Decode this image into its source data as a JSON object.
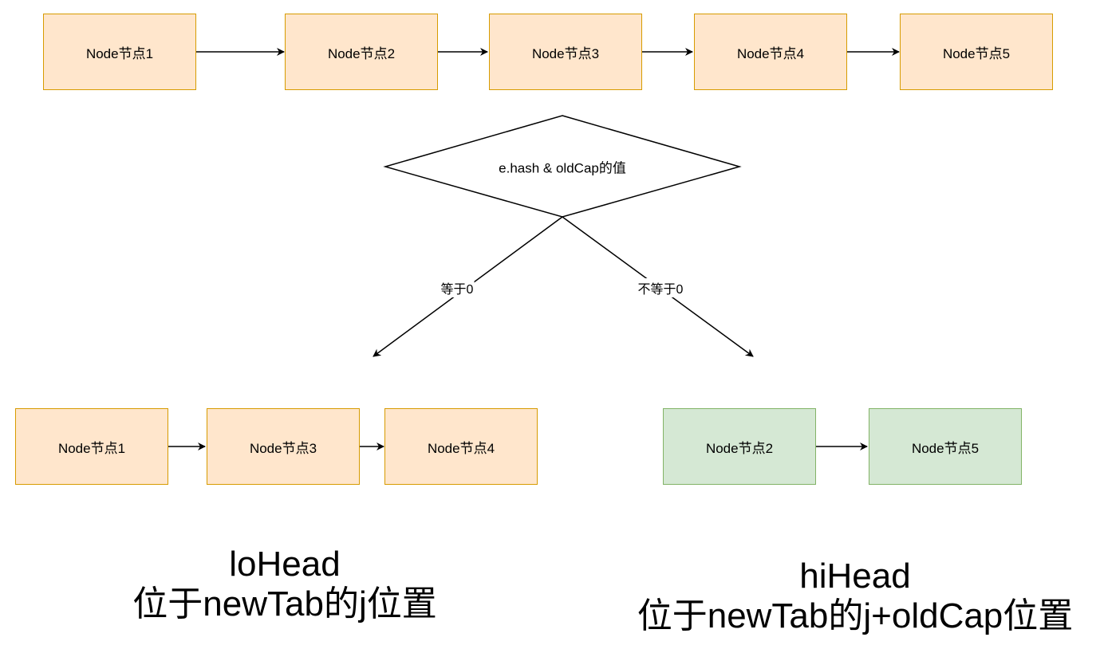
{
  "colors": {
    "lo_fill": "#ffe6cc",
    "lo_stroke": "#d79b00",
    "hi_fill": "#d5e8d4",
    "hi_stroke": "#82b366",
    "line": "#000000"
  },
  "top_chain": [
    "Node节点1",
    "Node节点2",
    "Node节点3",
    "Node节点4",
    "Node节点5"
  ],
  "decision": {
    "label": "e.hash & oldCap的值"
  },
  "branches": {
    "zero": "等于0",
    "nonzero": "不等于0"
  },
  "lo_chain": [
    "Node节点1",
    "Node节点3",
    "Node节点4"
  ],
  "hi_chain": [
    "Node节点2",
    "Node节点5"
  ],
  "captions": {
    "lo": {
      "line1": "loHead",
      "line2": "位于newTab的j位置"
    },
    "hi": {
      "line1": "hiHead",
      "line2": "位于newTab的j+oldCap位置"
    }
  }
}
